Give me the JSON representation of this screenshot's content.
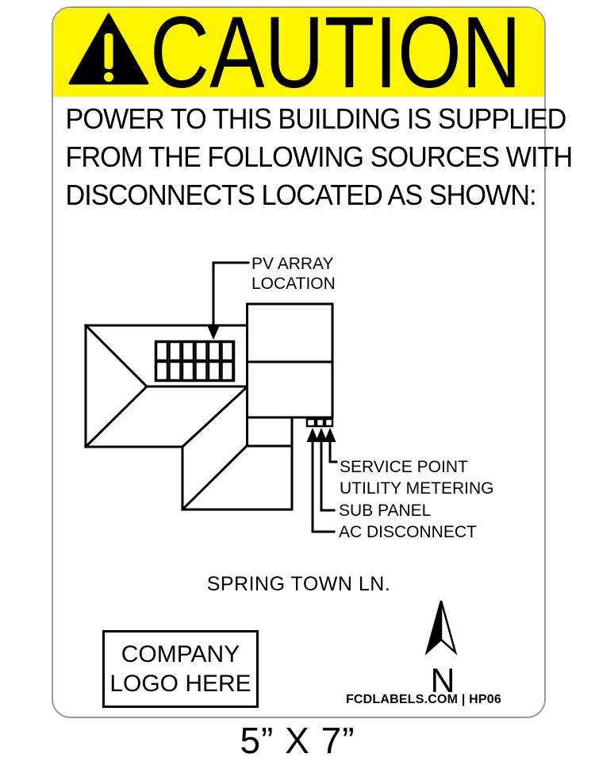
{
  "label": {
    "header": {
      "signal_word": "CAUTION"
    },
    "message": {
      "line1": "POWER TO THIS BUILDING IS SUPPLIED",
      "line2": "FROM THE FOLLOWING SOURCES WITH",
      "line3": "DISCONNECTS LOCATED AS SHOWN:"
    },
    "diagram": {
      "pv_array_label_line1": "PV ARRAY",
      "pv_array_label_line2": "LOCATION",
      "service_point_label_line1": "SERVICE POINT",
      "service_point_label_line2": "UTILITY METERING",
      "sub_panel_label": "SUB PANEL",
      "ac_disconnect_label": "AC DISCONNECT",
      "street_name": "SPRING TOWN LN."
    },
    "logo_placeholder": {
      "line1": "COMPANY",
      "line2": "LOGO HERE"
    },
    "compass": {
      "north_label": "N"
    },
    "footer_brand": "FCDLABELS.COM | HP06"
  },
  "size_caption": "5” X 7”",
  "colors": {
    "caution_yellow": "#FFF500",
    "ink_black": "#000000",
    "border_gray": "#9A9A9A"
  }
}
